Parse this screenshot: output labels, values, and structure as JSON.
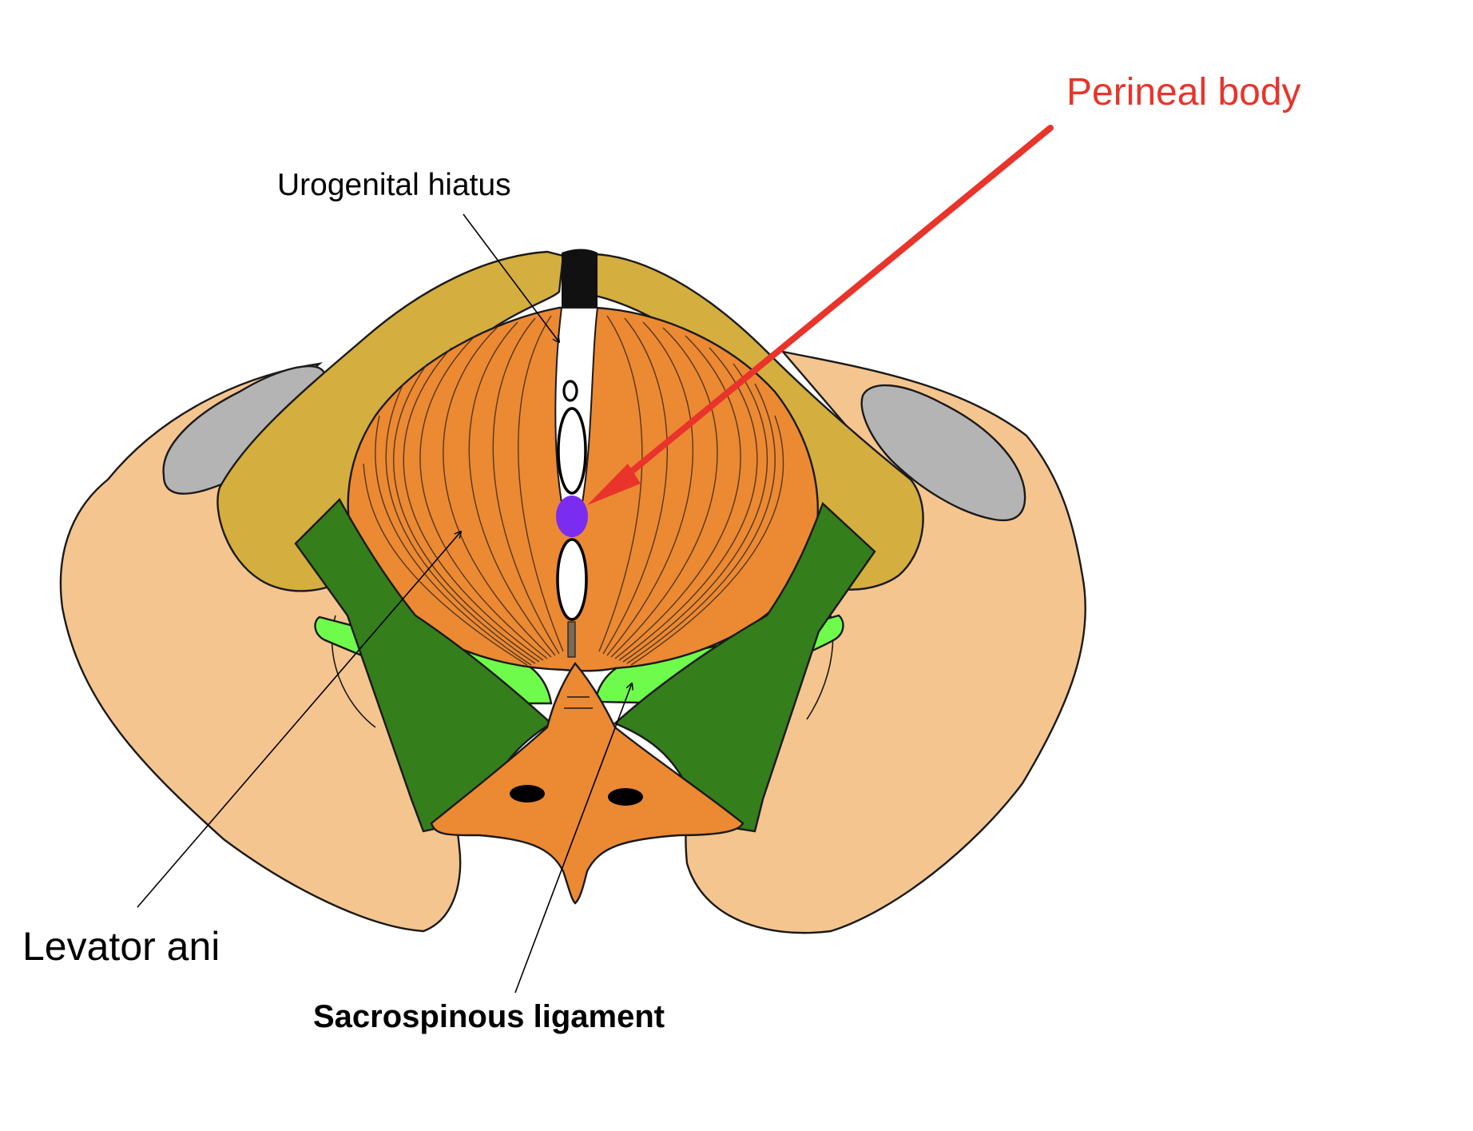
{
  "labels": {
    "perineal_body": "Perineal body",
    "urogenital_hiatus": "Urogenital hiatus",
    "levator_ani": "Levator ani",
    "sacrospinous_ligament": "Sacrospinous ligament"
  },
  "colors": {
    "pelvic_bone": "#F5C590",
    "arch": "#D4AE3E",
    "levator_ani": "#EC8933",
    "coccygeus": "#347E1C",
    "sacrospinous_ligament": "#6FFB4B",
    "obturator": "#B4B4B4",
    "perineal_body": "#7A2CF0",
    "perineal_arrow": "#E8342A",
    "outline": "#1A1A1A"
  }
}
